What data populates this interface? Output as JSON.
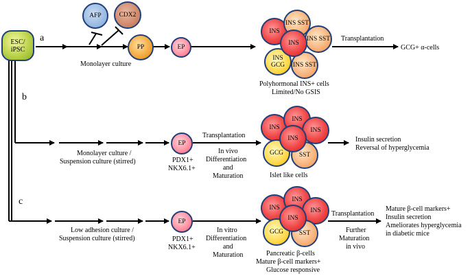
{
  "start": {
    "label": "ESC/ iPSC"
  },
  "pathways": {
    "a": {
      "letter": "a",
      "afp": "AFP",
      "cdx2": "CDX2",
      "pp": "PP",
      "ep": "EP",
      "culture": "Monolayer culture",
      "cluster": [
        "INS",
        "INS SST",
        "INS SST",
        "INS",
        "INS GCG",
        "INS SST"
      ],
      "caption": [
        "Polyhormonal INS+ cells",
        "Limited/No GSIS"
      ],
      "transplant": "Transplantation",
      "outcome": "GCG+ α-cells"
    },
    "b": {
      "letter": "b",
      "culture": [
        "Monolayer culture /",
        "Suspension culture (stirred)"
      ],
      "ep": "EP",
      "markers": [
        "PDX1+",
        "NKX6.1+"
      ],
      "transplant": "Transplantation",
      "maturation": [
        "In vivo",
        "Differentiation",
        "and",
        "Maturation"
      ],
      "cluster": [
        "INS",
        "INS",
        "INS",
        "INS",
        "GCG",
        "SST"
      ],
      "caption": "Islet like cells",
      "outcome": [
        "Insulin secretion",
        "Reversal of hyperglycemia"
      ]
    },
    "c": {
      "letter": "c",
      "culture": [
        "Low adhesion culture /",
        "Suspension culture (stirred)"
      ],
      "ep": "EP",
      "markers": [
        "PDX1+",
        "NKX6.1+"
      ],
      "maturation": [
        "In vitro",
        "Differentiation",
        "and",
        "Maturation"
      ],
      "cluster": [
        "INS",
        "INS",
        "INS",
        "INS",
        "GCG",
        "SST"
      ],
      "caption": [
        "Pancreatic β-cells",
        "Mature β-cell markers+",
        "Glucose responsive"
      ],
      "transplant": "Transplantation",
      "further": [
        "Further",
        "Maturation",
        "in vivo"
      ],
      "outcome": [
        "Mature β-cell markers+",
        "Insulin secretion",
        "Ameliorates hyperglycemia",
        "in diabetic mice"
      ]
    }
  }
}
